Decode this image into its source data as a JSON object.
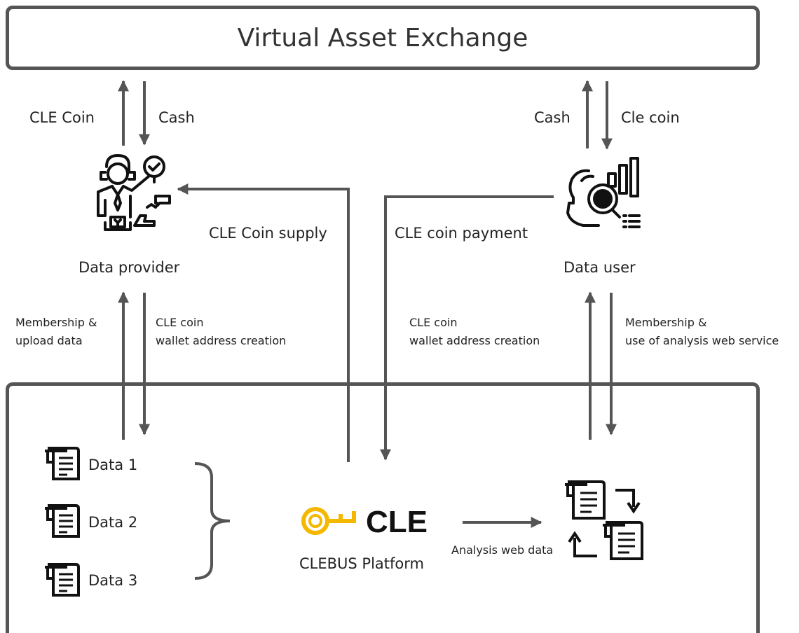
{
  "exchange": {
    "title": "Virtual Asset Exchange"
  },
  "provider": {
    "name": "Data provider",
    "to_exchange": "CLE Coin",
    "from_exchange": "Cash",
    "to_platform": "Membership &\nupload data",
    "from_platform": "CLE coin\nwallet address creation",
    "icon": "businessman-presenting-icon"
  },
  "user": {
    "name": "Data user",
    "to_exchange": "Cash",
    "from_exchange": "Cle coin",
    "to_platform": "Membership &\nuse of analysis web service",
    "from_platform": "CLE coin\nwallet address creation",
    "icon": "analyst-magnifier-chart-icon"
  },
  "flows": {
    "supply": "CLE Coin supply",
    "payment": "CLE coin payment",
    "analysis": "Analysis web data"
  },
  "platform": {
    "logo_text": "CLE",
    "name": "CLEBUS Platform",
    "logo_color": "#F5B800"
  },
  "data_items": [
    {
      "label": "Data 1"
    },
    {
      "label": "Data 2"
    },
    {
      "label": "Data 3"
    }
  ],
  "colors": {
    "arrow": "#555555",
    "border": "#555555",
    "logo": "#F5B800"
  }
}
